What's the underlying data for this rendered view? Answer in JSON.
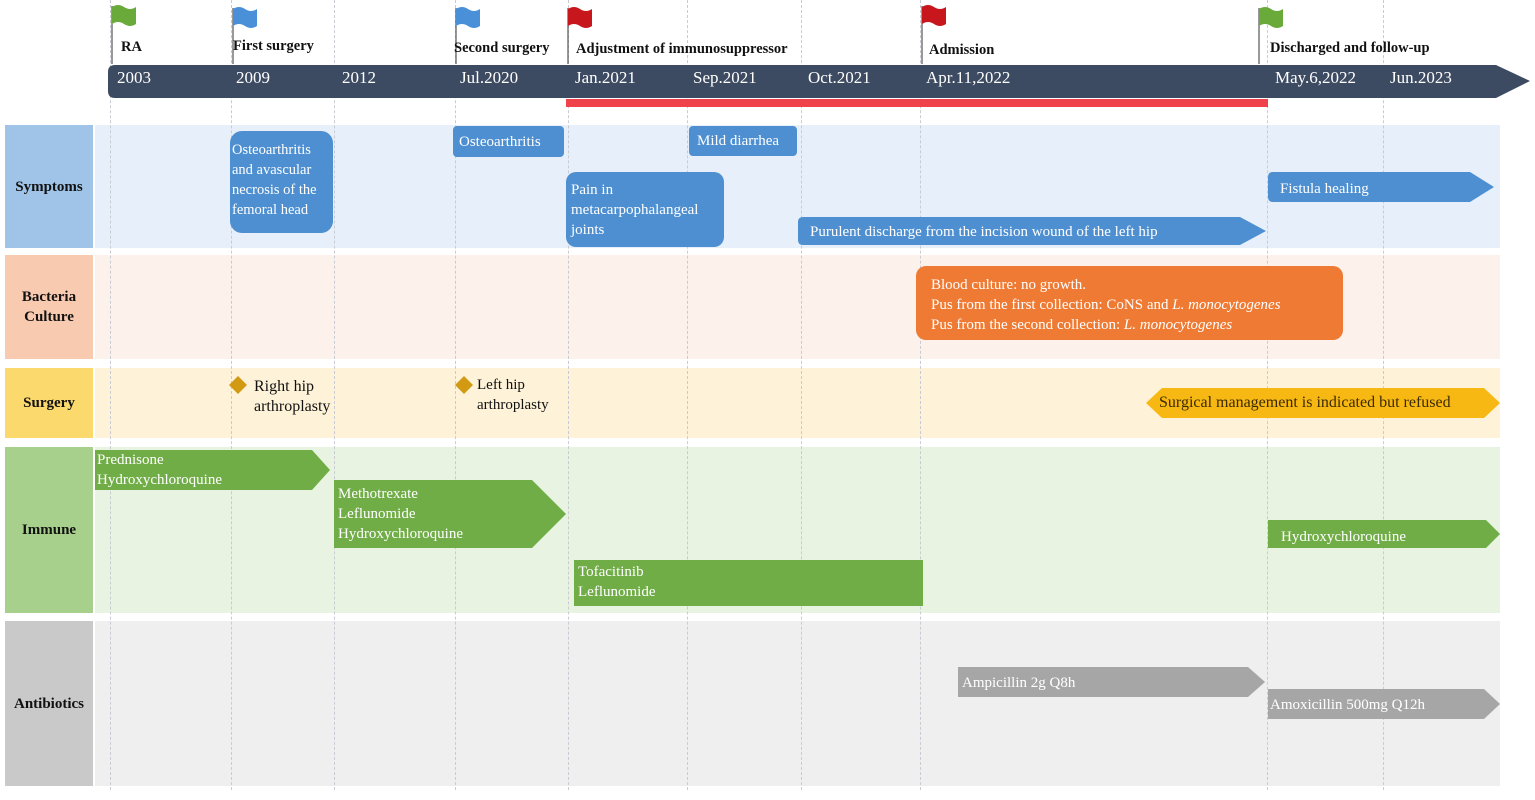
{
  "timeline": {
    "events": [
      {
        "label": "RA",
        "flag": "green"
      },
      {
        "label": "First surgery",
        "flag": "blue"
      },
      {
        "label": "Second surgery",
        "flag": "blue"
      },
      {
        "label": "Adjustment  of immunosuppressor",
        "flag": "red"
      },
      {
        "label": "Admission",
        "flag": "red"
      },
      {
        "label": "Discharged and follow-up",
        "flag": "green"
      }
    ],
    "dates": [
      "2003",
      "2009",
      "2012",
      "Jul.2020",
      "Jan.2021",
      "Sep.2021",
      "Oct.2021",
      "Apr.11,2022",
      "May.6,2022",
      "Jun.2023"
    ]
  },
  "lanes": {
    "symptoms": "Symptoms",
    "bacteria": [
      "Bacteria",
      "Culture"
    ],
    "surgery": "Surgery",
    "immune": "Immune",
    "antibiotics": "Antibiotics"
  },
  "symptoms": {
    "oa_avn": [
      "Osteoarthritis",
      "and avascular",
      "necrosis of the",
      "femoral head"
    ],
    "oa": "Osteoarthritis",
    "diarrhea": "Mild diarrhea",
    "pain": [
      "Pain in",
      "metacarpophalangeal",
      "joints"
    ],
    "discharge": "Purulent discharge from  the incision wound of the left hip",
    "fistula": "Fistula healing"
  },
  "bacteria": {
    "line1": "Blood culture: no growth.",
    "line2_prefix": "Pus from  the first collection: CoNS  and",
    "line2_italic": "L. monocytogenes",
    "line3_prefix": "Pus from  the second collection:",
    "line3_italic": "L. monocytogenes"
  },
  "surgery": {
    "right": [
      "Right hip",
      "arthroplasty"
    ],
    "left": [
      "Left hip",
      "arthroplasty"
    ],
    "refused": "Surgical management is indicated but refused"
  },
  "immune": {
    "a": [
      "Prednisone",
      "Hydroxychloroquine"
    ],
    "b": [
      "Methotrexate",
      "Leflunomide",
      "Hydroxychloroquine"
    ],
    "c": [
      "Tofacitinib",
      "Leflunomide"
    ],
    "d": "Hydroxychloroquine"
  },
  "antibiotics": {
    "ampicillin": "Ampicillin  2g  Q8h",
    "amoxicillin": "Amoxicillin  500mg  Q12h"
  },
  "colors": {
    "bar": "#3d4b62",
    "red_bar": "#f0424a",
    "blue": "#4d8fd0",
    "orange": "#ee7a33",
    "yellow": "#f8b813",
    "green": "#70ad47",
    "gray": "#a6a6a6",
    "flag_green": "#6aaa3a",
    "flag_blue": "#4a90d9",
    "flag_red": "#c8161d"
  }
}
